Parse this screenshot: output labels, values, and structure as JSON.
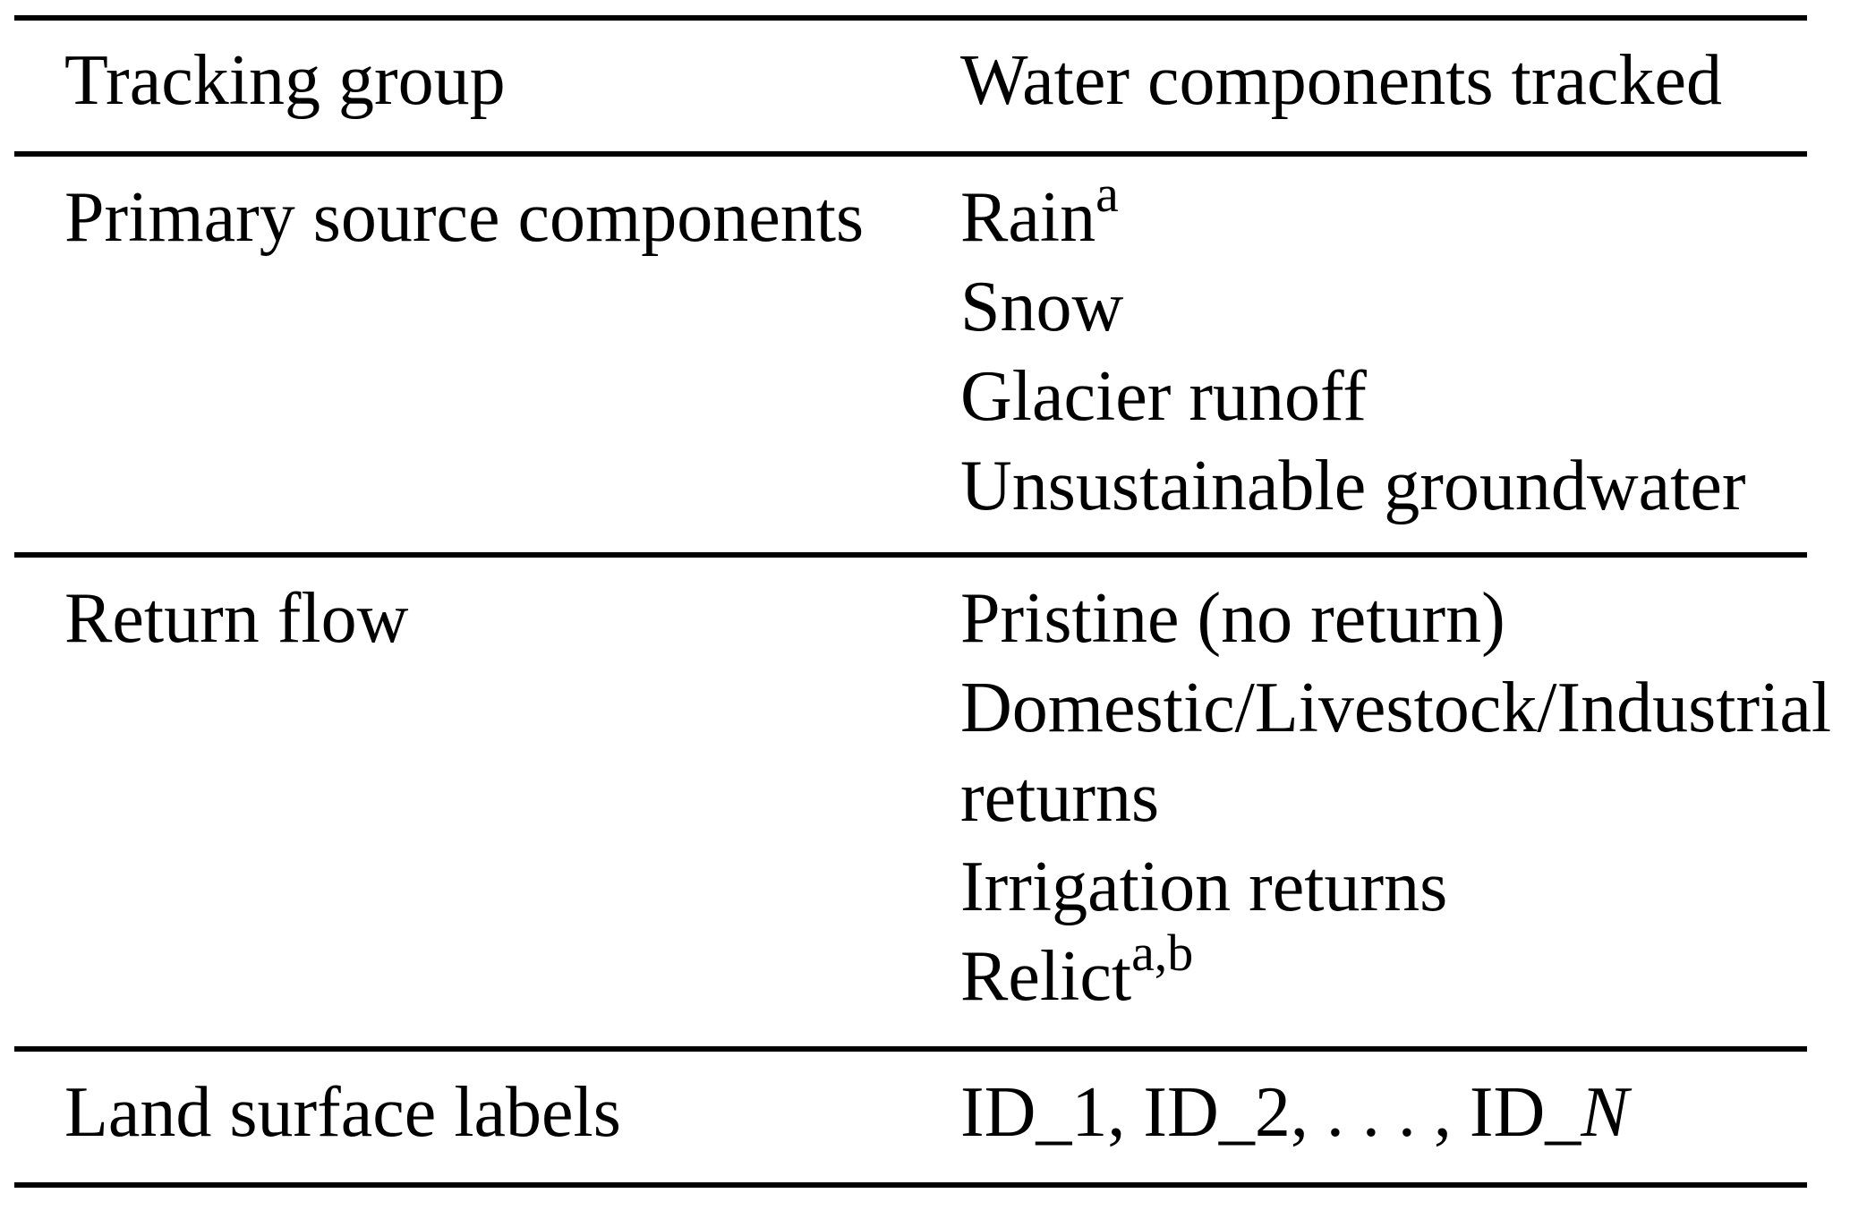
{
  "document": {
    "background_color": "#ffffff",
    "text_color": "#000000",
    "rule_color": "#000000"
  },
  "table": {
    "header": {
      "tracking_group": "Tracking group",
      "water_components": "Water components tracked"
    },
    "rows": [
      {
        "group": "Primary source components",
        "items": [
          {
            "text": "Rain",
            "sup": "a"
          },
          {
            "text": "Snow"
          },
          {
            "text": "Glacier runoff"
          },
          {
            "text": "Unsustainable groundwater"
          }
        ]
      },
      {
        "group": "Return flow",
        "items": [
          {
            "text": "Pristine (no return)"
          },
          {
            "text": "Domestic/Livestock/Industrial",
            "cont": "returns"
          },
          {
            "text": "Irrigation returns"
          },
          {
            "text": "Relict",
            "sup": "a,b"
          }
        ]
      },
      {
        "group": "Land surface labels",
        "items": [
          {
            "text": "ID_1, ID_2, . . . , ID_",
            "italic": "N"
          }
        ]
      }
    ]
  }
}
